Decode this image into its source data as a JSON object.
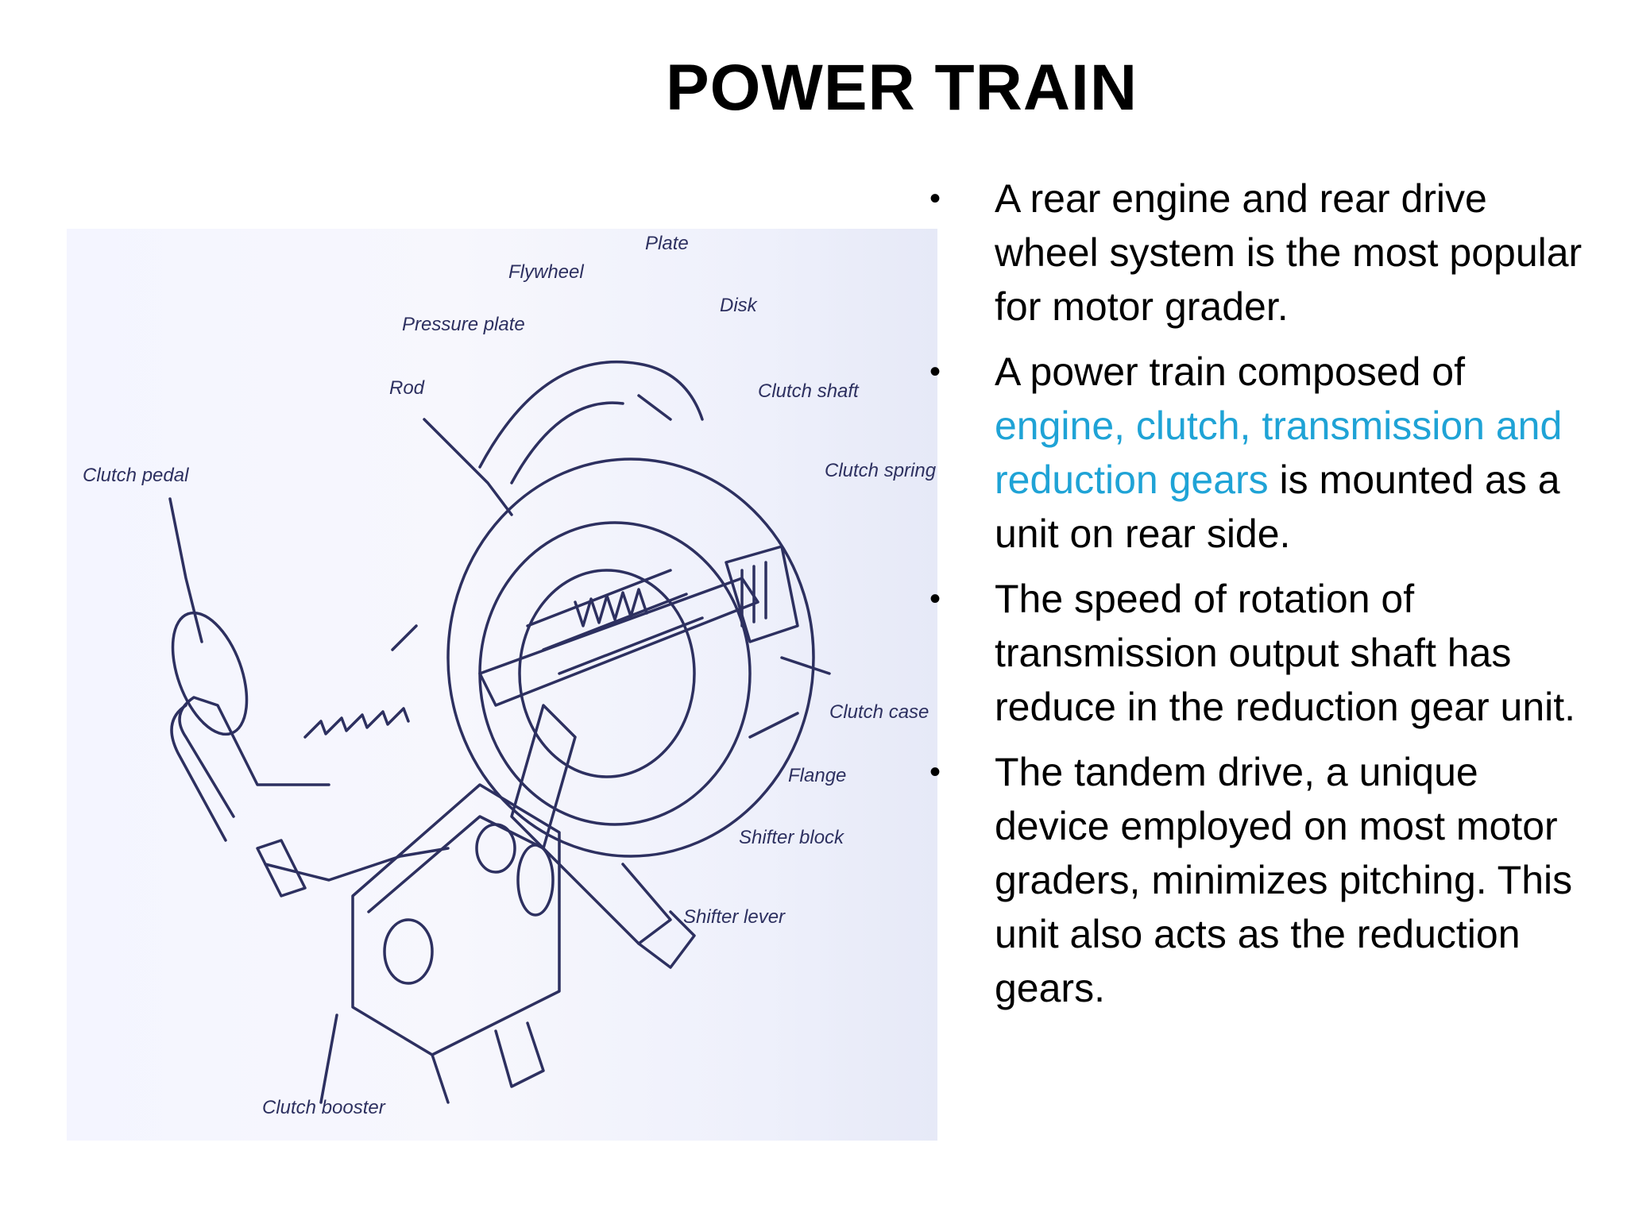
{
  "title": "POWER TRAIN",
  "bullets": [
    {
      "parts": [
        {
          "text": "A rear engine and rear drive wheel system is the most popular for motor grader."
        }
      ]
    },
    {
      "parts": [
        {
          "text": "A power train composed of "
        },
        {
          "text": "engine, clutch,  transmission and reduction gears",
          "highlight": true
        },
        {
          "text": " is mounted as a unit on rear side."
        }
      ]
    },
    {
      "parts": [
        {
          "text": "The speed of rotation of transmission output shaft has reduce in the reduction gear unit."
        }
      ]
    },
    {
      "parts": [
        {
          "text": "The tandem drive, a unique device employed on most motor graders, minimizes pitching. This unit also acts as the reduction gears."
        }
      ]
    }
  ],
  "figure": {
    "labels": {
      "plate": "Plate",
      "flywheel": "Flywheel",
      "disk": "Disk",
      "pressure_plate": "Pressure plate",
      "rod": "Rod",
      "clutch_shaft": "Clutch shaft",
      "clutch_pedal": "Clutch pedal",
      "clutch_spring": "Clutch spring",
      "clutch_case": "Clutch case",
      "flange": "Flange",
      "shifter_block": "Shifter block",
      "shifter_lever": "Shifter lever",
      "clutch_booster": "Clutch booster"
    }
  },
  "colors": {
    "highlight": "#1fa3d6",
    "text": "#000000",
    "drawing": "#2d3060"
  }
}
